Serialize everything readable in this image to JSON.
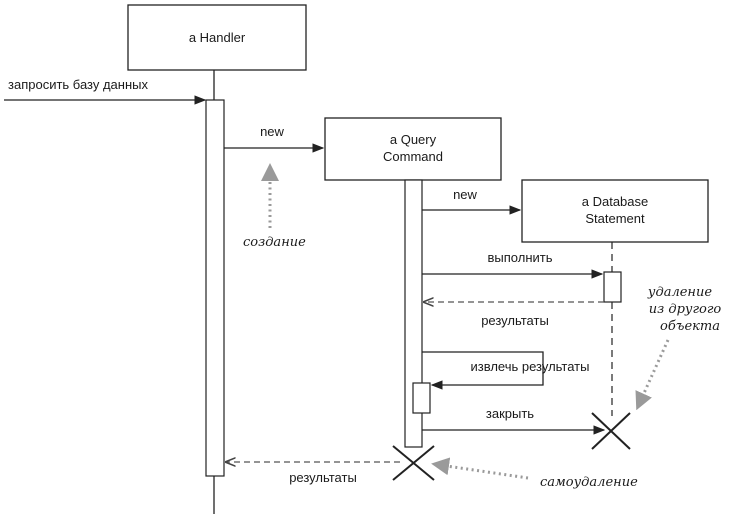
{
  "participants": {
    "handler": "a Handler",
    "query_line1": "a Query",
    "query_line2": "Command",
    "db_line1": "a Database",
    "db_line2": "Statement"
  },
  "messages": {
    "request": "запросить базу данных",
    "new_query": "new",
    "new_statement": "new",
    "execute": "выполнить",
    "results_statement": "результаты",
    "extract": "извлечь результаты",
    "close": "закрыть",
    "results_final": "результаты"
  },
  "notes": {
    "creation": "создание",
    "deletion_line1": "удаление",
    "deletion_line2": "из другого",
    "deletion_line3": "объекта",
    "self_deletion": "самоудаление"
  }
}
